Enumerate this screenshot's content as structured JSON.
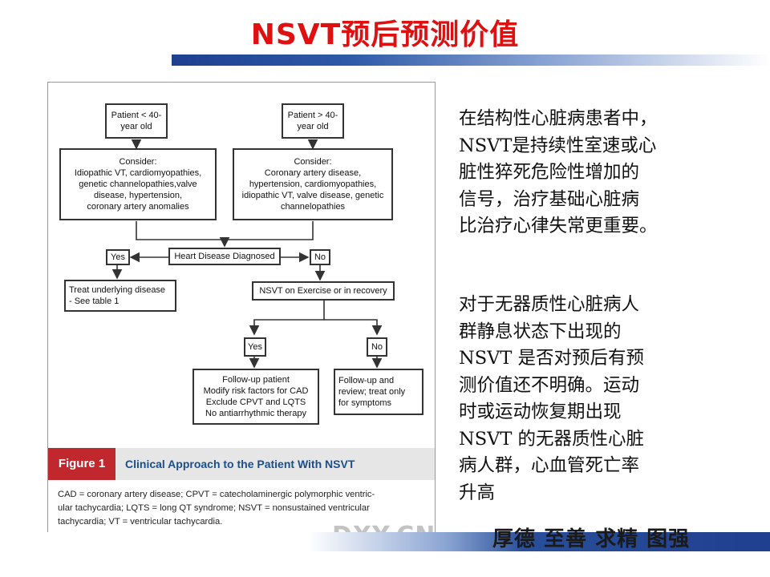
{
  "slide_title": "NSVT预后预测价值",
  "flowchart": {
    "under40": [
      "Patient < 40-",
      "year old"
    ],
    "over40": [
      "Patient > 40-",
      "year old"
    ],
    "consider_young": [
      "Consider:",
      "Idiopathic VT, cardiomyopathies,",
      "genetic channelopathies,valve",
      "disease, hypertension,",
      "coronary artery anomalies"
    ],
    "consider_old": [
      "Consider:",
      "Coronary artery disease,",
      "hypertension, cardiomyopathies,",
      "idiopathic VT, valve disease, genetic",
      "channelopathies"
    ],
    "heart_disease": "Heart Disease Diagnosed",
    "yes1": "Yes",
    "no1": "No",
    "treat_underlying": [
      "Treat underlying disease",
      "- See table 1"
    ],
    "nsvt_exercise": "NSVT on Exercise or in recovery",
    "yes2": "Yes",
    "no2": "No",
    "followup_patient": [
      "Follow-up patient",
      "Modify risk factors for CAD",
      "Exclude CPVT and LQTS",
      "No antiarrhythmic therapy"
    ],
    "followup_review": [
      "Follow-up and",
      "review; treat only",
      "for symptoms"
    ]
  },
  "figure": {
    "number": "Figure 1",
    "title": "Clinical Approach to the Patient With NSVT",
    "caption": [
      "CAD = coronary artery disease; CPVT = catecholaminergic polymorphic ventric-",
      "ular tachycardia; LQTS = long QT syndrome; NSVT = nonsustained ventricular",
      "tachycardia; VT = ventricular tachycardia."
    ],
    "watermark": "DXY.CN"
  },
  "side_text": {
    "para1": [
      "在结构性心脏病患者中，",
      "NSVT是持续性室速或心",
      "脏性猝死危险性增加的",
      "信号，治疗基础心脏病",
      "比治疗心律失常更重要。"
    ],
    "para2": [
      "对于无器质性心脏病人",
      "群静息状态下出现的",
      "NSVT 是否对预后有预",
      "测价值还不明确。运动",
      "时或运动恢复期出现",
      "NSVT 的无器质性心脏",
      "病人群，心血管死亡率",
      "升高"
    ]
  },
  "motto": "厚德 至善 求精 图强",
  "colors": {
    "title_red": "#e01010",
    "band_blue": "#1f3f8f",
    "figure_red": "#c0282e",
    "figure_title_blue": "#1a4f8c"
  }
}
